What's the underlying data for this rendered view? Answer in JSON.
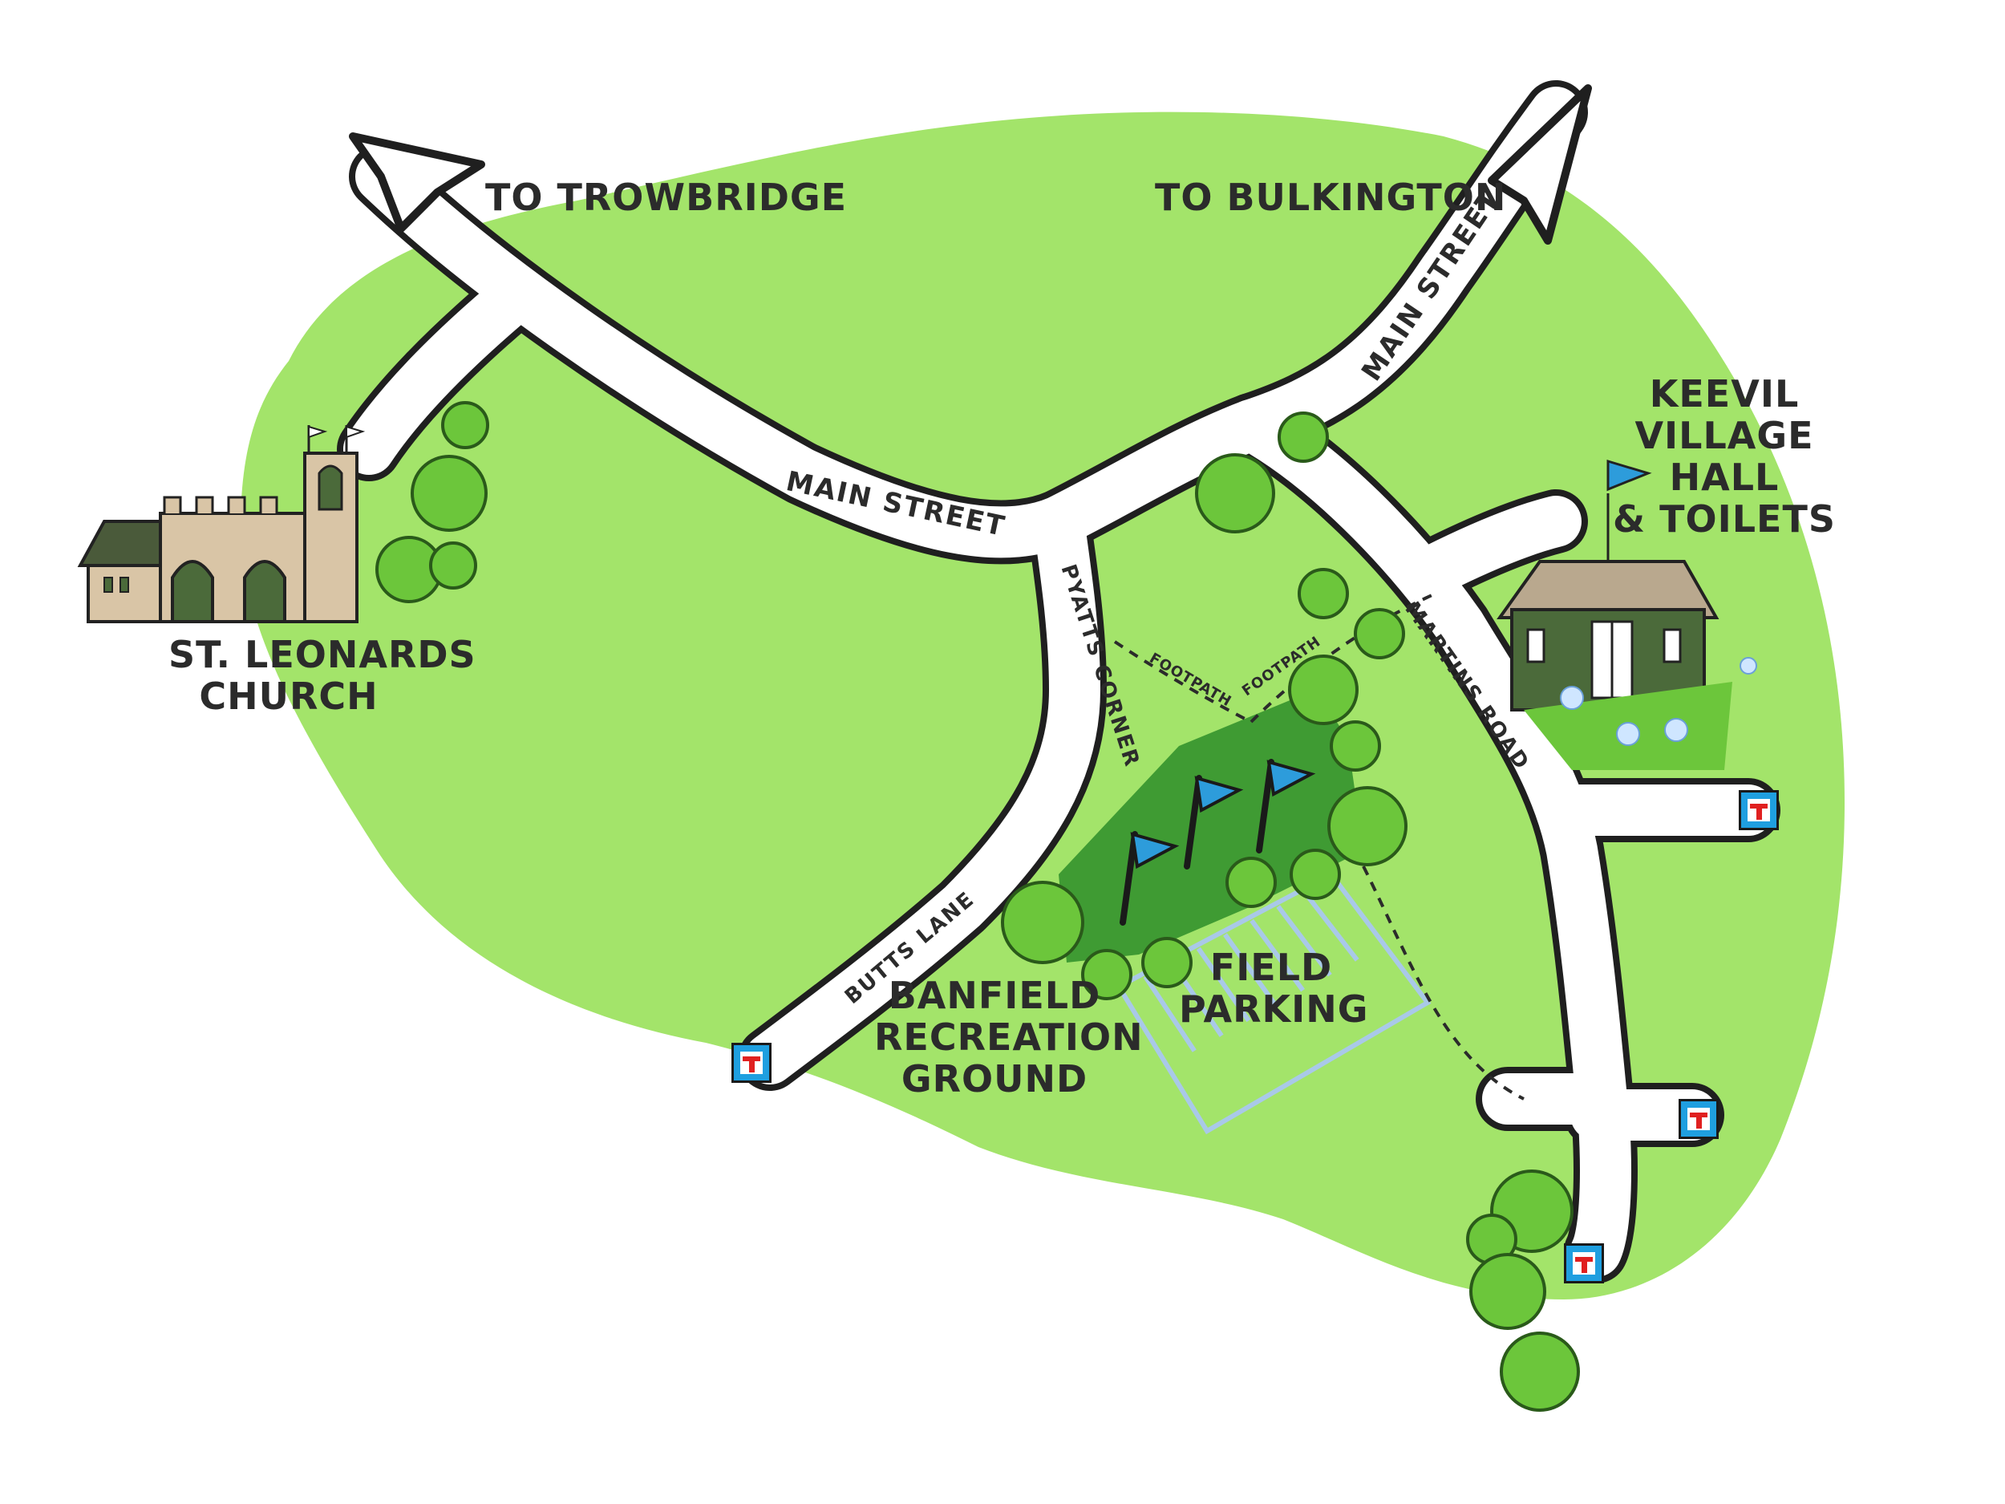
{
  "map": {
    "colors": {
      "grass": "#a3e46a",
      "grass_dark": "#8fd556",
      "road_fill": "#ffffff",
      "road_edge": "#1f1f1f",
      "tree": "#6cc63b",
      "rec_ground": "#3f9b33",
      "flag": "#2d9cdb",
      "parking_lines": "#a9c9e8",
      "church_wall": "#d9c5a6",
      "hall": "#4b6a3a",
      "dead_end_blue": "#1f9fe0",
      "dead_end_red": "#e02020"
    },
    "destinations": {
      "trowbridge": "TO TROWBRIDGE",
      "bulkington": "TO BULKINGTON"
    },
    "places": {
      "church_line1": "ST. LEONARDS",
      "church_line2": "CHURCH",
      "hall_line1": "KEEVIL",
      "hall_line2": "VILLAGE",
      "hall_line3": "HALL",
      "hall_line4": "& TOILETS",
      "rec_line1": "BANFIELD",
      "rec_line2": "RECREATION",
      "rec_line3": "GROUND",
      "parking_line1": "FIELD",
      "parking_line2": "PARKING"
    },
    "roads": {
      "main_street_west": "MAIN STREET",
      "main_street_north": "MAIN STREET",
      "pyatts_corner": "PYATTS CORNER",
      "butts_lane": "BUTTS LANE",
      "martins_road": "MARTINS ROAD",
      "footpath_1": "FOOTPATH",
      "footpath_2": "FOOTPATH"
    },
    "icons": {
      "dead_end_sign": "no-through-road-icon",
      "flag": "flag-icon",
      "tree": "tree-icon",
      "church": "church-icon",
      "hall": "village-hall-icon"
    }
  }
}
